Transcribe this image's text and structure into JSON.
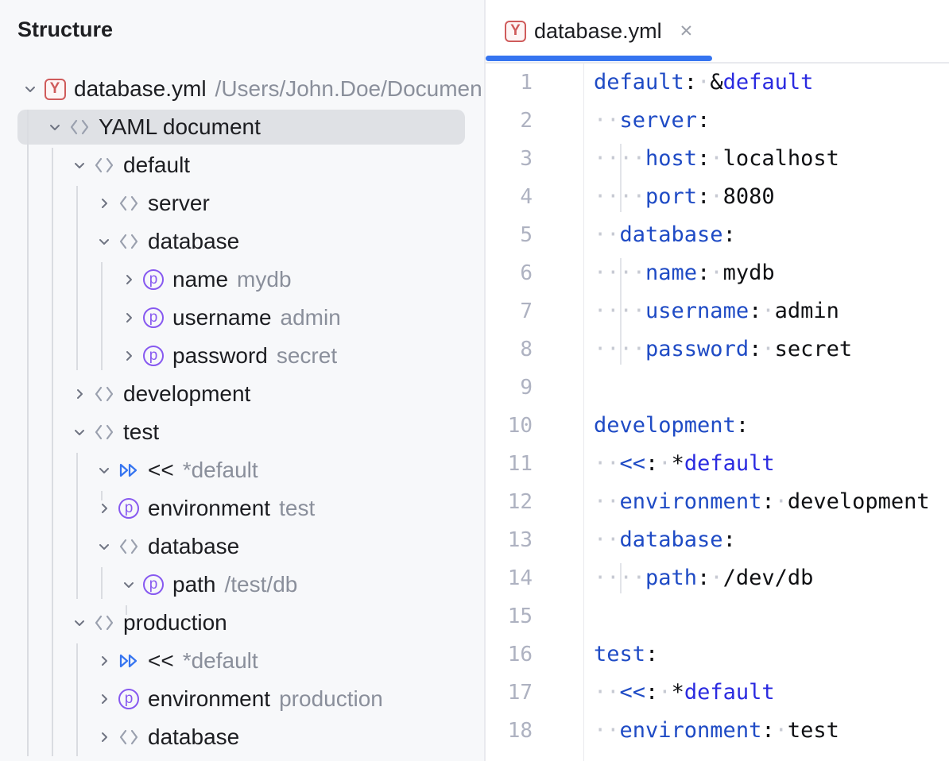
{
  "colors": {
    "accent": "#3574F0",
    "key_blue": "#1F4BC5",
    "anchor_blue": "#2A2AE0",
    "property_purple": "#8759F0",
    "yaml_icon_red": "#CF5B5B",
    "tree_selection": "#DFE1E5"
  },
  "structure": {
    "title": "Structure",
    "rows": [
      {
        "depth": 0,
        "chevron": "down",
        "icon": "yaml-file",
        "label": "database.yml",
        "value": "/Users/John.Doe/Documen",
        "selected": false
      },
      {
        "depth": 1,
        "chevron": "down",
        "icon": "tag",
        "label": "YAML document",
        "value": "",
        "selected": true
      },
      {
        "depth": 2,
        "chevron": "down",
        "icon": "tag",
        "label": "default",
        "value": "",
        "selected": false
      },
      {
        "depth": 3,
        "chevron": "right",
        "icon": "tag",
        "label": "server",
        "value": "",
        "selected": false
      },
      {
        "depth": 3,
        "chevron": "down",
        "icon": "tag",
        "label": "database",
        "value": "",
        "selected": false
      },
      {
        "depth": 4,
        "chevron": "right",
        "icon": "property",
        "label": "name",
        "value": "mydb",
        "selected": false
      },
      {
        "depth": 4,
        "chevron": "right",
        "icon": "property",
        "label": "username",
        "value": "admin",
        "selected": false
      },
      {
        "depth": 4,
        "chevron": "right",
        "icon": "property",
        "label": "password",
        "value": "secret",
        "selected": false
      },
      {
        "depth": 2,
        "chevron": "right",
        "icon": "tag",
        "label": "development",
        "value": "",
        "selected": false
      },
      {
        "depth": 2,
        "chevron": "down",
        "icon": "tag",
        "label": "test",
        "value": "",
        "selected": false
      },
      {
        "depth": 3,
        "chevron": "down",
        "icon": "merge",
        "label": "<<",
        "value": "*default",
        "selected": false
      },
      {
        "depth": 3,
        "chevron": "right",
        "icon": "property",
        "label": "environment",
        "value": "test",
        "selected": false
      },
      {
        "depth": 3,
        "chevron": "down",
        "icon": "tag",
        "label": "database",
        "value": "",
        "selected": false
      },
      {
        "depth": 4,
        "chevron": "down",
        "icon": "property",
        "label": "path",
        "value": "/test/db",
        "selected": false
      },
      {
        "depth": 2,
        "chevron": "down",
        "icon": "tag",
        "label": "production",
        "value": "",
        "selected": false
      },
      {
        "depth": 3,
        "chevron": "right",
        "icon": "merge",
        "label": "<<",
        "value": "*default",
        "selected": false
      },
      {
        "depth": 3,
        "chevron": "right",
        "icon": "property",
        "label": "environment",
        "value": "production",
        "selected": false
      },
      {
        "depth": 3,
        "chevron": "right",
        "icon": "tag",
        "label": "database",
        "value": "",
        "selected": false
      }
    ]
  },
  "editor": {
    "tab": {
      "label": "database.yml",
      "close_glyph": "✕"
    },
    "lines": [
      {
        "num": "1",
        "tokens": [
          [
            "key",
            "default"
          ],
          [
            "punct",
            ":"
          ],
          [
            "ws",
            " "
          ],
          [
            "punct",
            "&"
          ],
          [
            "anchor",
            "default"
          ]
        ]
      },
      {
        "num": "2",
        "tokens": [
          [
            "ws",
            "  "
          ],
          [
            "key",
            "server"
          ],
          [
            "punct",
            ":"
          ]
        ]
      },
      {
        "num": "3",
        "tokens": [
          [
            "ws",
            "    "
          ],
          [
            "key",
            "host"
          ],
          [
            "punct",
            ":"
          ],
          [
            "ws",
            " "
          ],
          [
            "val",
            "localhost"
          ]
        ]
      },
      {
        "num": "4",
        "tokens": [
          [
            "ws",
            "    "
          ],
          [
            "key",
            "port"
          ],
          [
            "punct",
            ":"
          ],
          [
            "ws",
            " "
          ],
          [
            "val",
            "8080"
          ]
        ]
      },
      {
        "num": "5",
        "tokens": [
          [
            "ws",
            "  "
          ],
          [
            "key",
            "database"
          ],
          [
            "punct",
            ":"
          ]
        ]
      },
      {
        "num": "6",
        "tokens": [
          [
            "ws",
            "    "
          ],
          [
            "key",
            "name"
          ],
          [
            "punct",
            ":"
          ],
          [
            "ws",
            " "
          ],
          [
            "val",
            "mydb"
          ]
        ]
      },
      {
        "num": "7",
        "tokens": [
          [
            "ws",
            "    "
          ],
          [
            "key",
            "username"
          ],
          [
            "punct",
            ":"
          ],
          [
            "ws",
            " "
          ],
          [
            "val",
            "admin"
          ]
        ]
      },
      {
        "num": "8",
        "tokens": [
          [
            "ws",
            "    "
          ],
          [
            "key",
            "password"
          ],
          [
            "punct",
            ":"
          ],
          [
            "ws",
            " "
          ],
          [
            "val",
            "secret"
          ]
        ]
      },
      {
        "num": "9",
        "tokens": []
      },
      {
        "num": "10",
        "tokens": [
          [
            "key",
            "development"
          ],
          [
            "punct",
            ":"
          ]
        ]
      },
      {
        "num": "11",
        "tokens": [
          [
            "ws",
            "  "
          ],
          [
            "key",
            "<<"
          ],
          [
            "punct",
            ":"
          ],
          [
            "ws",
            " "
          ],
          [
            "punct",
            "*"
          ],
          [
            "anchor",
            "default"
          ]
        ]
      },
      {
        "num": "12",
        "tokens": [
          [
            "ws",
            "  "
          ],
          [
            "key",
            "environment"
          ],
          [
            "punct",
            ":"
          ],
          [
            "ws",
            " "
          ],
          [
            "val",
            "development"
          ]
        ]
      },
      {
        "num": "13",
        "tokens": [
          [
            "ws",
            "  "
          ],
          [
            "key",
            "database"
          ],
          [
            "punct",
            ":"
          ]
        ]
      },
      {
        "num": "14",
        "tokens": [
          [
            "ws",
            "    "
          ],
          [
            "key",
            "path"
          ],
          [
            "punct",
            ":"
          ],
          [
            "ws",
            " "
          ],
          [
            "val",
            "/dev/db"
          ]
        ]
      },
      {
        "num": "15",
        "tokens": []
      },
      {
        "num": "16",
        "tokens": [
          [
            "key",
            "test"
          ],
          [
            "punct",
            ":"
          ]
        ]
      },
      {
        "num": "17",
        "tokens": [
          [
            "ws",
            "  "
          ],
          [
            "key",
            "<<"
          ],
          [
            "punct",
            ":"
          ],
          [
            "ws",
            " "
          ],
          [
            "punct",
            "*"
          ],
          [
            "anchor",
            "default"
          ]
        ]
      },
      {
        "num": "18",
        "tokens": [
          [
            "ws",
            "  "
          ],
          [
            "key",
            "environment"
          ],
          [
            "punct",
            ":"
          ],
          [
            "ws",
            " "
          ],
          [
            "val",
            "test"
          ]
        ]
      }
    ]
  }
}
